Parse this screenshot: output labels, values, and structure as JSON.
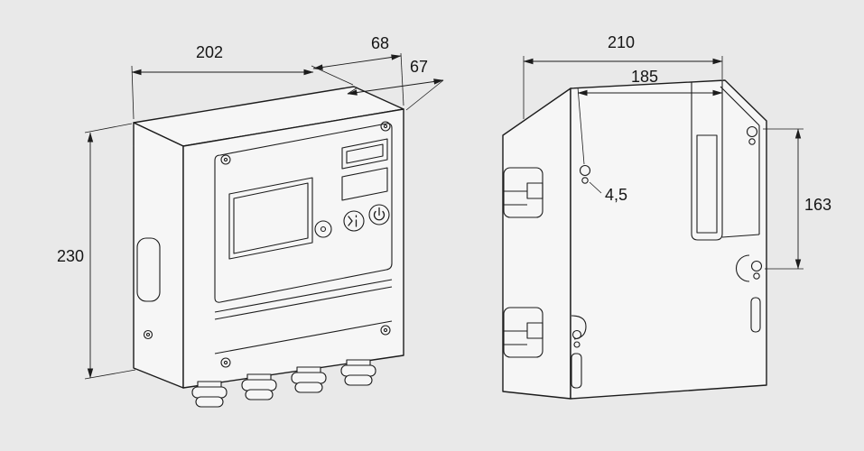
{
  "canvas": {
    "background": "#e9e9e9",
    "line_color": "#1c1c1c",
    "face_fill": "#f6f6f6",
    "text_color": "#151515"
  },
  "front_view": {
    "dimensions": {
      "width": "202",
      "top_depth": "68",
      "lower_depth": "67",
      "height": "230"
    }
  },
  "back_view": {
    "dimensions": {
      "overall_width": "210",
      "inner_width": "185",
      "hole_diameter": "4,5",
      "mount_height": "163"
    }
  }
}
